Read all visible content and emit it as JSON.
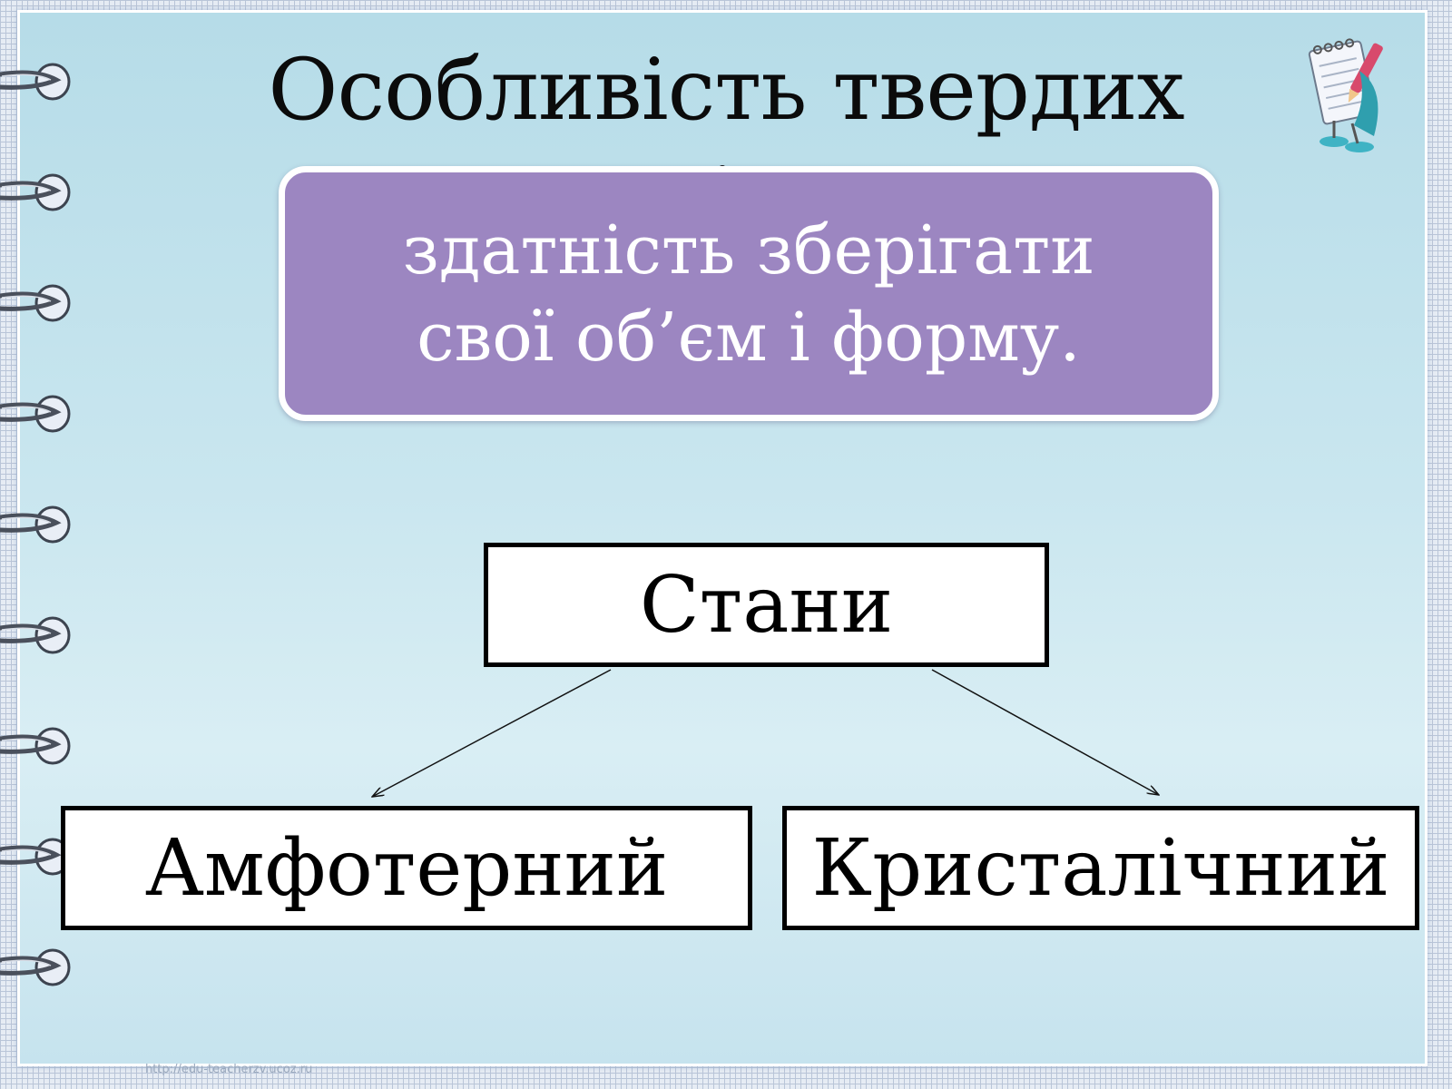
{
  "slide": {
    "title": "Особливість твердих тіл",
    "definition_line1": "здатність зберігати",
    "definition_line2": "свої об’єм і форму.",
    "diagram": {
      "root": "Стани",
      "left": "Амфотерний",
      "right": "Кристалічний"
    },
    "footer_url": "http://edu-teacherzv.ucoz.ru"
  },
  "icons": {
    "binder_ring": "binder-ring-icon",
    "mascot": "notepad-mascot-icon"
  },
  "colors": {
    "slide_background": "#c9e6ef",
    "definition_box": "#9c86c1",
    "text": "#0b0b0b"
  }
}
